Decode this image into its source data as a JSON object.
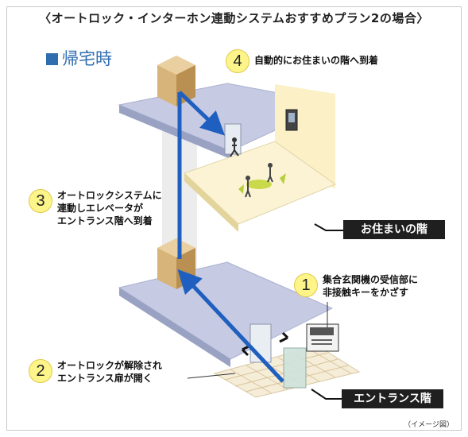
{
  "header": {
    "title": "〈オートロック・インターホン連動システムおすすめプラン2の場合〉"
  },
  "section": {
    "title": "帰宅時"
  },
  "steps": [
    {
      "num": "4",
      "text": "自動的にお住まいの階へ到着"
    },
    {
      "num": "3",
      "text": "オートロックシステムに\n連動しエレベータが\nエントランス階へ到着"
    },
    {
      "num": "1",
      "text": "集合玄関機の受信部に\n非接触キーをかざす"
    },
    {
      "num": "2",
      "text": "オートロックが解除され\nエントランス扉が開く"
    }
  ],
  "labels": {
    "residence_floor": "お住まいの階",
    "entrance_floor": "エントランス階"
  },
  "note": "（イメージ図）",
  "colors": {
    "accent_blue": "#2f6db1",
    "arrow_blue": "#1f5fbf",
    "number_yellow": "#fdf58a",
    "elevator_tan": "#d6b47a",
    "floor_lavender": "#c6cbe3",
    "room_cream": "#fbf3d4",
    "label_bg": "#1f1f1f"
  }
}
